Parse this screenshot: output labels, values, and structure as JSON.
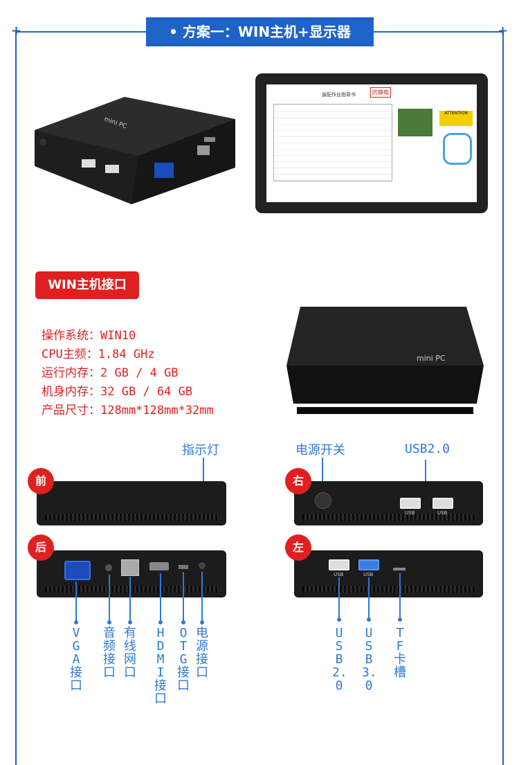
{
  "header": {
    "title": "• 方案一：WIN主机+显示器"
  },
  "section": {
    "label": "WIN主机接口"
  },
  "specs": [
    "操作系统：WIN10",
    "CPU主频：1.84 GHz",
    "运行内存：2 GB / 4 GB",
    "机身内存：32 GB / 64 GB",
    "产品尺寸：128mm*128mm*32mm"
  ],
  "device": {
    "brand": "mini PC",
    "usb_port_label": "USB"
  },
  "monitor": {
    "form_title": "装配作业指导书",
    "antistatic": "防静电",
    "warning": "ATTENTION"
  },
  "top_labels": {
    "indicator": "指示灯",
    "power": "电源开关",
    "usb2": "USB2.0"
  },
  "sides": {
    "front": "前",
    "back": "后",
    "right": "右",
    "left": "左"
  },
  "rear_ports": [
    "VGA接口",
    "音频接口",
    "有线网口",
    "HDMI接口",
    "OTG接口",
    "电源接口"
  ],
  "left_ports": [
    "USB2.0",
    "USB3.0",
    "TF卡槽"
  ],
  "colors": {
    "blue": "#1f63c6",
    "red": "#e02020",
    "label_blue": "#2d79d6"
  }
}
